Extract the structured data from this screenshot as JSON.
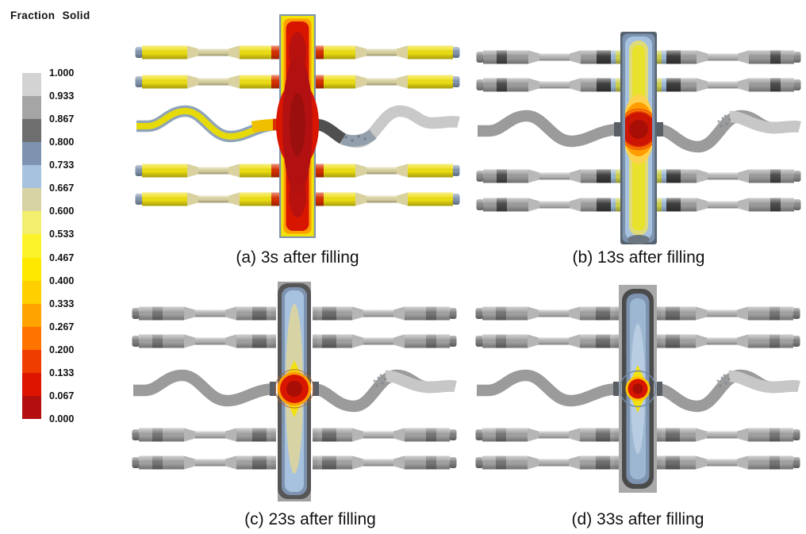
{
  "legend": {
    "title": "Fraction Solid",
    "values": [
      "1.000",
      "0.933",
      "0.867",
      "0.800",
      "0.733",
      "0.667",
      "0.600",
      "0.533",
      "0.467",
      "0.400",
      "0.333",
      "0.267",
      "0.200",
      "0.133",
      "0.067",
      "0.000"
    ],
    "band_colors": [
      "#d3d3d3",
      "#a5a5a5",
      "#6e6e6e",
      "#7d93af",
      "#a6c2de",
      "#d8d3a4",
      "#f2ef6e",
      "#fdf32b",
      "#ffe800",
      "#ffcf00",
      "#ffa300",
      "#ff7300",
      "#ef3d00",
      "#dc1400",
      "#b30f0f"
    ]
  },
  "panels": [
    {
      "id": "a",
      "caption": "(a) 3s after filling",
      "colors": {
        "bar_cap": "#8496ae",
        "bar_grip": "#eedf12",
        "bar_thin": "#d9d2a0",
        "bar_band": "",
        "bar_seg": "",
        "bar_collar": "#d83000",
        "wave_left": "#8ea3b8",
        "wave_core": "#e6da08",
        "wave_junction": "#f0c000",
        "wave_junction_tip": "#d83000",
        "wave_right_dark": "#4f4f4f",
        "wave_right_mid": "#93a0ab",
        "wave_right_light": "#c9c9c9",
        "sprue_border": "#7d93af",
        "sprue_rim": "#f0e20a",
        "sprue_mid": "#ff9c00",
        "sprue_red": "#d81600",
        "sprue_core": "#b31111",
        "sprue_deep": "#9c0f0f"
      }
    },
    {
      "id": "b",
      "caption": "(b) 13s after filling",
      "colors": {
        "bar_cap": "#8a8a8a",
        "bar_grip": "#9c9c9c",
        "bar_thin": "#b8b8b8",
        "bar_band": "#3c3c3c",
        "bar_seg": "#9cb8d6",
        "bar_collar": "#cdd14e",
        "wave": "#9b9b9b",
        "wave_tail": "#c7c7c7",
        "sprue_border": "#57636f",
        "sprue_blue": "#7d93af",
        "sprue_lightblue": "#a6c2de",
        "sprue_col1": "#dfda7a",
        "sprue_col2": "#e9e224",
        "blob_halo": "#ffd24d",
        "blob_orange": "#ff9c00",
        "blob_rim": "#e84800",
        "blob_red": "#cc1503",
        "blob_core": "#a80e06",
        "blob_ring": "#ff8800"
      }
    },
    {
      "id": "c",
      "caption": "(c) 23s after filling",
      "colors": {
        "bar_cap": "#7f7f7f",
        "bar_grip": "#a2a2a2",
        "bar_thin": "#b5b5b5",
        "bar_band": "#6e6e6e",
        "bar_seg": "#a2a2a2",
        "bar_collar": "#9a9a9a",
        "wave": "#9b9b9b",
        "wave_tail": "#c7c7c7",
        "mold": "#a0a0a0",
        "sprue_dark": "#565656",
        "sprue_blue": "#7d93af",
        "sprue_lightblue": "#a6c2de",
        "lens": "#d8d3a4",
        "diamond": "#f2e111",
        "blob_orange": "#ff9c00",
        "blob_red": "#d81600",
        "blob_core": "#a80e06",
        "ring": "#b06030"
      }
    },
    {
      "id": "d",
      "caption": "(d) 33s after filling",
      "colors": {
        "bar_cap": "#7f7f7f",
        "bar_grip": "#a2a2a2",
        "bar_thin": "#b5b5b5",
        "bar_band": "#6e6e6e",
        "bar_seg": "#a2a2a2",
        "bar_collar": "#9a9a9a",
        "wave": "#9b9b9b",
        "wave_tail": "#c7c7c7",
        "mold": "#a9a9a9",
        "sprue_dark": "#4b4b4b",
        "sprue_blue": "#7d93af",
        "sprue_lightblue": "#9db7d2",
        "lens": "#b9cde2",
        "diamond": "#f2e111",
        "blob_gold": "#ffc400",
        "blob_red": "#d81600",
        "blob_core": "#a80e06",
        "ring": "#6f87a2"
      }
    }
  ],
  "background": "#ffffff"
}
